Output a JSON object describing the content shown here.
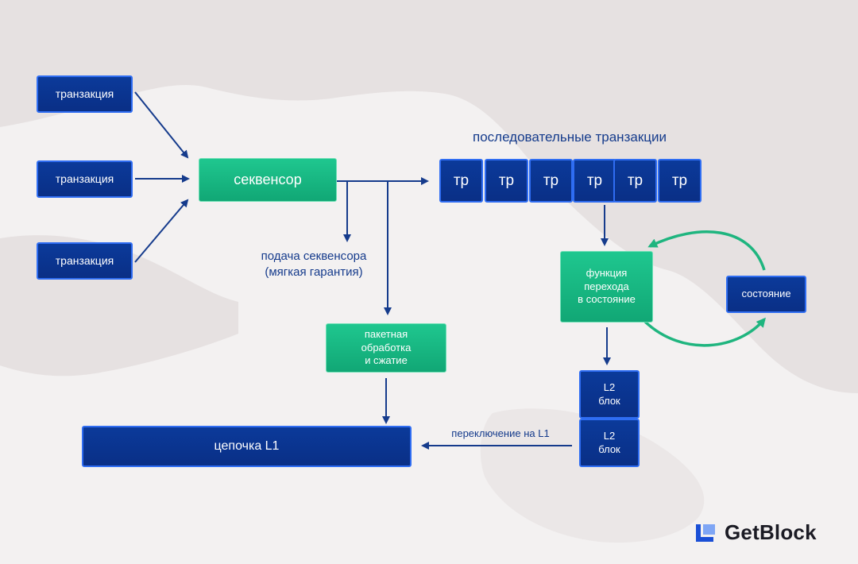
{
  "transactions": [
    "транзакция",
    "транзакция",
    "транзакция"
  ],
  "sequencer": "секвенсор",
  "ordered_tx_label": "последовательные транзакции",
  "tx_cells": [
    "тр",
    "тр",
    "тр",
    "тр",
    "тр",
    "тр"
  ],
  "sequencer_feed": "подача секвенсора\n(мягкая гарантия)",
  "batch": "пакетная\nобработка\nи сжатие",
  "transition_fn": "функция\nперехода\nв состояние",
  "state": "состояние",
  "l2_blocks": [
    "L2\nблок",
    "L2\nблок"
  ],
  "switch_label": "переключение на L1",
  "l1_chain": "цепочка L1",
  "brand": "GetBlock",
  "colors": {
    "blue_box": "#0a2f86",
    "blue_border": "#2f6df2",
    "green_box": "#17b883",
    "arrow": "#153b8c",
    "loop_arrow": "#1fb57f",
    "background": "#f3f1f1",
    "background_blob": "#e6e1e1"
  }
}
